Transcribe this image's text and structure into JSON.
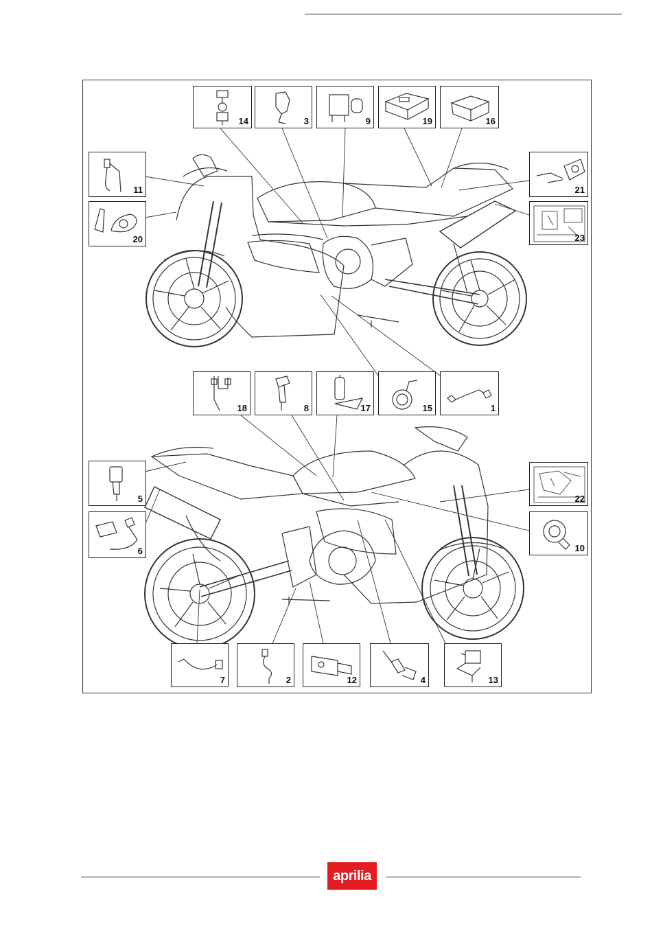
{
  "brand": {
    "logo_text": "aprilia",
    "color": "#e31b23"
  },
  "diagram": {
    "top_parts": [
      "14",
      "3",
      "9",
      "19",
      "16",
      "11",
      "20",
      "21",
      "23",
      "18",
      "8",
      "17",
      "15",
      "1"
    ],
    "bottom_parts": [
      "5",
      "6",
      "22",
      "10",
      "7",
      "2",
      "12",
      "4",
      "13"
    ]
  }
}
